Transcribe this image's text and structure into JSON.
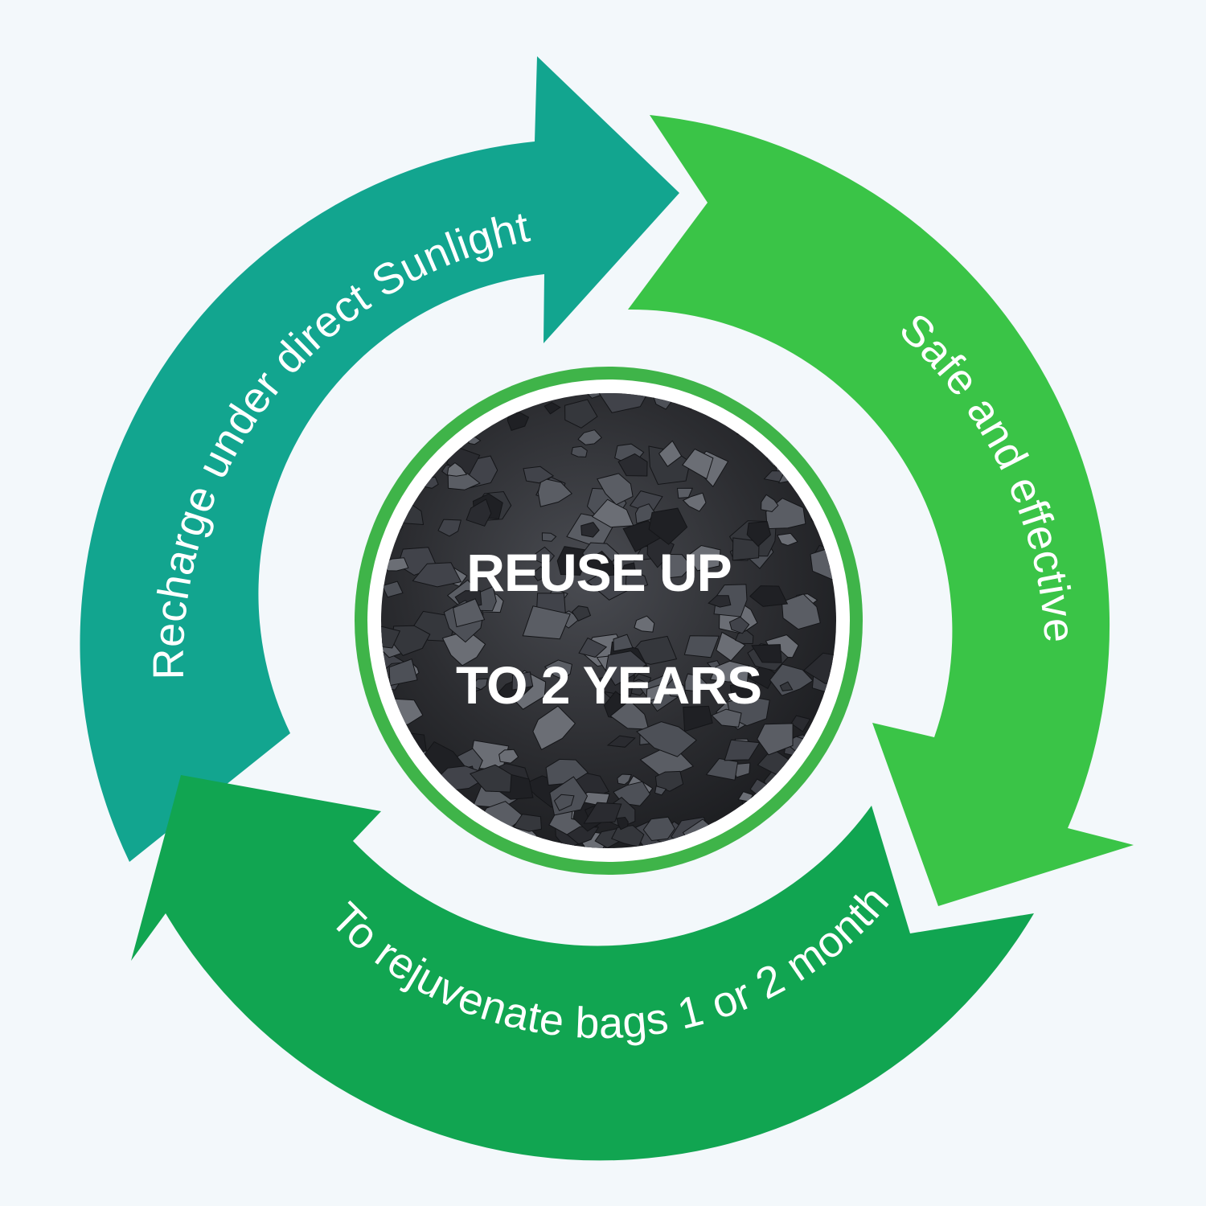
{
  "diagram": {
    "center": {
      "line1": "REUSE UP",
      "line2": "TO 2 YEARS"
    },
    "steps": [
      {
        "label": "Recharge under direct Sunlight",
        "color": "#12a58f"
      },
      {
        "label": "Safe and effective",
        "color": "#3ac447"
      },
      {
        "label": "To rejuvenate bags 1 or 2 month",
        "color": "#11a551"
      }
    ],
    "colors": {
      "background": "#f3f8fb",
      "ring": "#3fb449",
      "charcoal": "#2e2f33"
    }
  }
}
